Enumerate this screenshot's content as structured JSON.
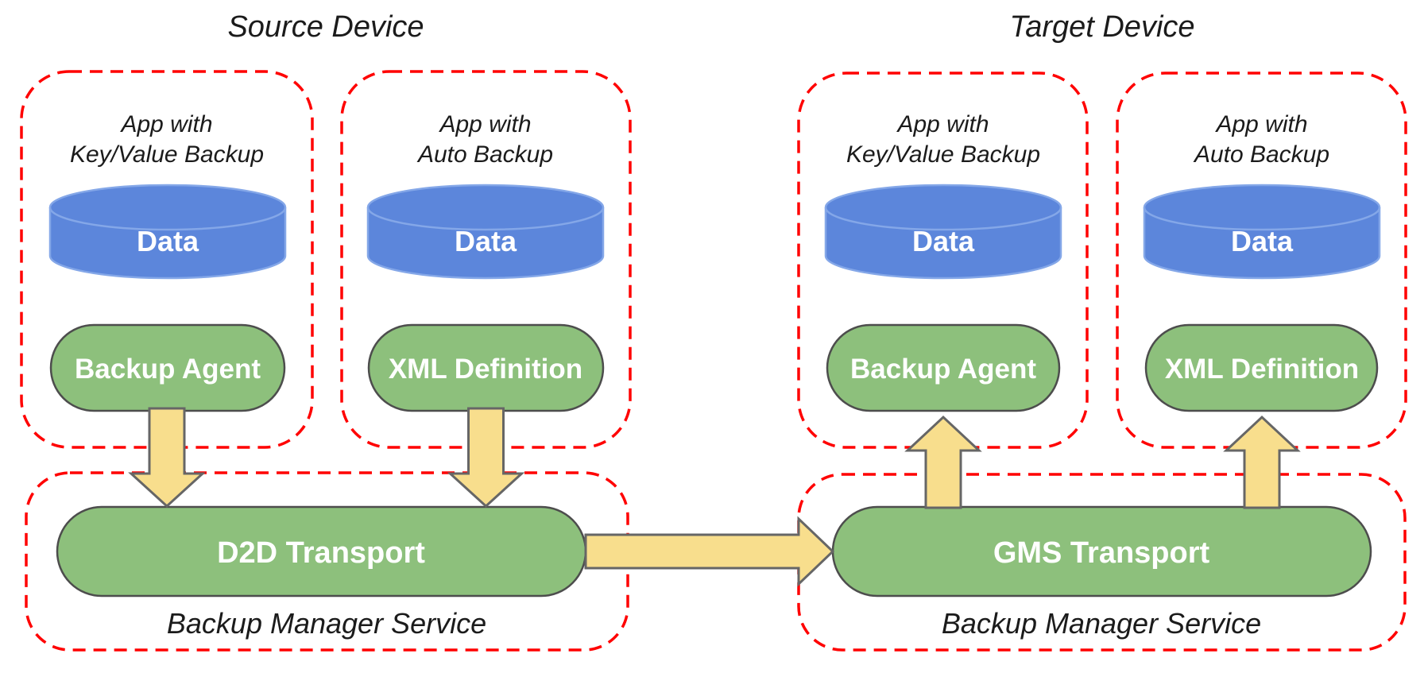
{
  "colors": {
    "dashed_box_red": "#FF0000",
    "cylinder_blue": "#5C86DB",
    "cylinder_stroke": "#84A7E8",
    "pill_green": "#8DC07C",
    "pill_stroke": "#4D4D4D",
    "arrow_yellow": "#F8DE8D",
    "arrow_stroke": "#666666",
    "text_black": "#1B1B1B",
    "text_white": "#FFFFFF"
  },
  "source": {
    "device_title": "Source Device",
    "apps": [
      {
        "title_line1": "App with",
        "title_line2": "Key/Value Backup",
        "data_label": "Data",
        "component_label": "Backup Agent"
      },
      {
        "title_line1": "App with",
        "title_line2": "Auto Backup",
        "data_label": "Data",
        "component_label": "XML Definition"
      }
    ],
    "service": {
      "transport_label": "D2D Transport",
      "service_label": "Backup Manager Service"
    }
  },
  "target": {
    "device_title": "Target Device",
    "apps": [
      {
        "title_line1": "App with",
        "title_line2": "Key/Value Backup",
        "data_label": "Data",
        "component_label": "Backup Agent"
      },
      {
        "title_line1": "App with",
        "title_line2": "Auto Backup",
        "data_label": "Data",
        "component_label": "XML Definition"
      }
    ],
    "service": {
      "transport_label": "GMS Transport",
      "service_label": "Backup Manager Service"
    }
  }
}
